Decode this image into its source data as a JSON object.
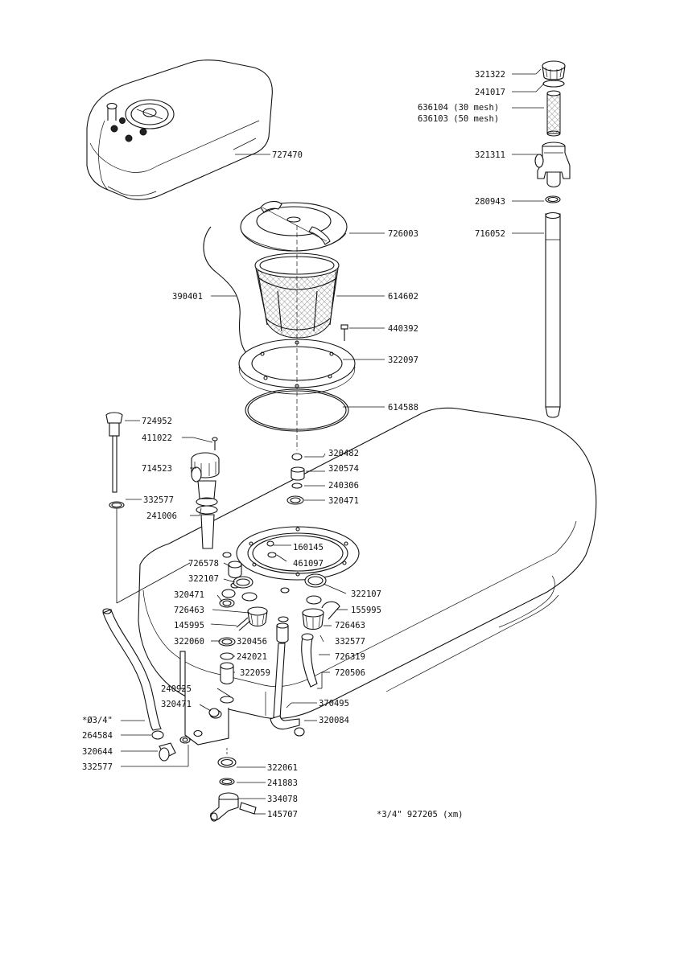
{
  "diagram": {
    "labels": {
      "tank_small": "727470",
      "lid": "726003",
      "strainer_basket": "614602",
      "tether_390401": "390401",
      "screw_440392": "440392",
      "lid_ring": "322097",
      "o_ring_large": "614588",
      "cap_top": "321322",
      "seal_top": "241017",
      "filter_30": "636104 (30 mesh)",
      "filter_50": "636103 (50 mesh)",
      "filter_housing": "321311",
      "o_ring_280943": "280943",
      "suction_tube": "716052",
      "dipstick_cap": "724952",
      "screw_411022": "411022",
      "filler_714523": "714523",
      "o_ring_332577_a": "332577",
      "pipe_241006": "241006",
      "nut_320482": "320482",
      "fitting_320574": "320574",
      "seal_240306": "240306",
      "nut_320471_a": "320471",
      "insert_160145": "160145",
      "seal_461097": "461097",
      "fitting_726578": "726578",
      "nut_322107_a": "322107",
      "nut_320471_b": "320471",
      "fitting_726463_a": "726463",
      "clip_145995": "145995",
      "nut_322060": "322060",
      "fitting_320456": "320456",
      "seal_242021": "242021",
      "fitting_322059": "322059",
      "pipe_240925": "240925",
      "nut_320471_c": "320471",
      "hose_dia": "*Ø3/4\"",
      "clamp_264584": "264584",
      "fitting_320644": "320644",
      "o_ring_332577_c": "332577",
      "nut_322107_b": "322107",
      "clip_155995": "155995",
      "fitting_726463_b": "726463",
      "o_ring_332577_b": "332577",
      "pipe_726319": "726319",
      "hose_720506": "720506",
      "pipe_370495": "370495",
      "fitting_320084": "320084",
      "nut_322061": "322061",
      "seal_241883": "241883",
      "valve_334078": "334078",
      "clip_145707": "145707"
    },
    "footnote": "*3/4\" 927205 (xm)"
  }
}
